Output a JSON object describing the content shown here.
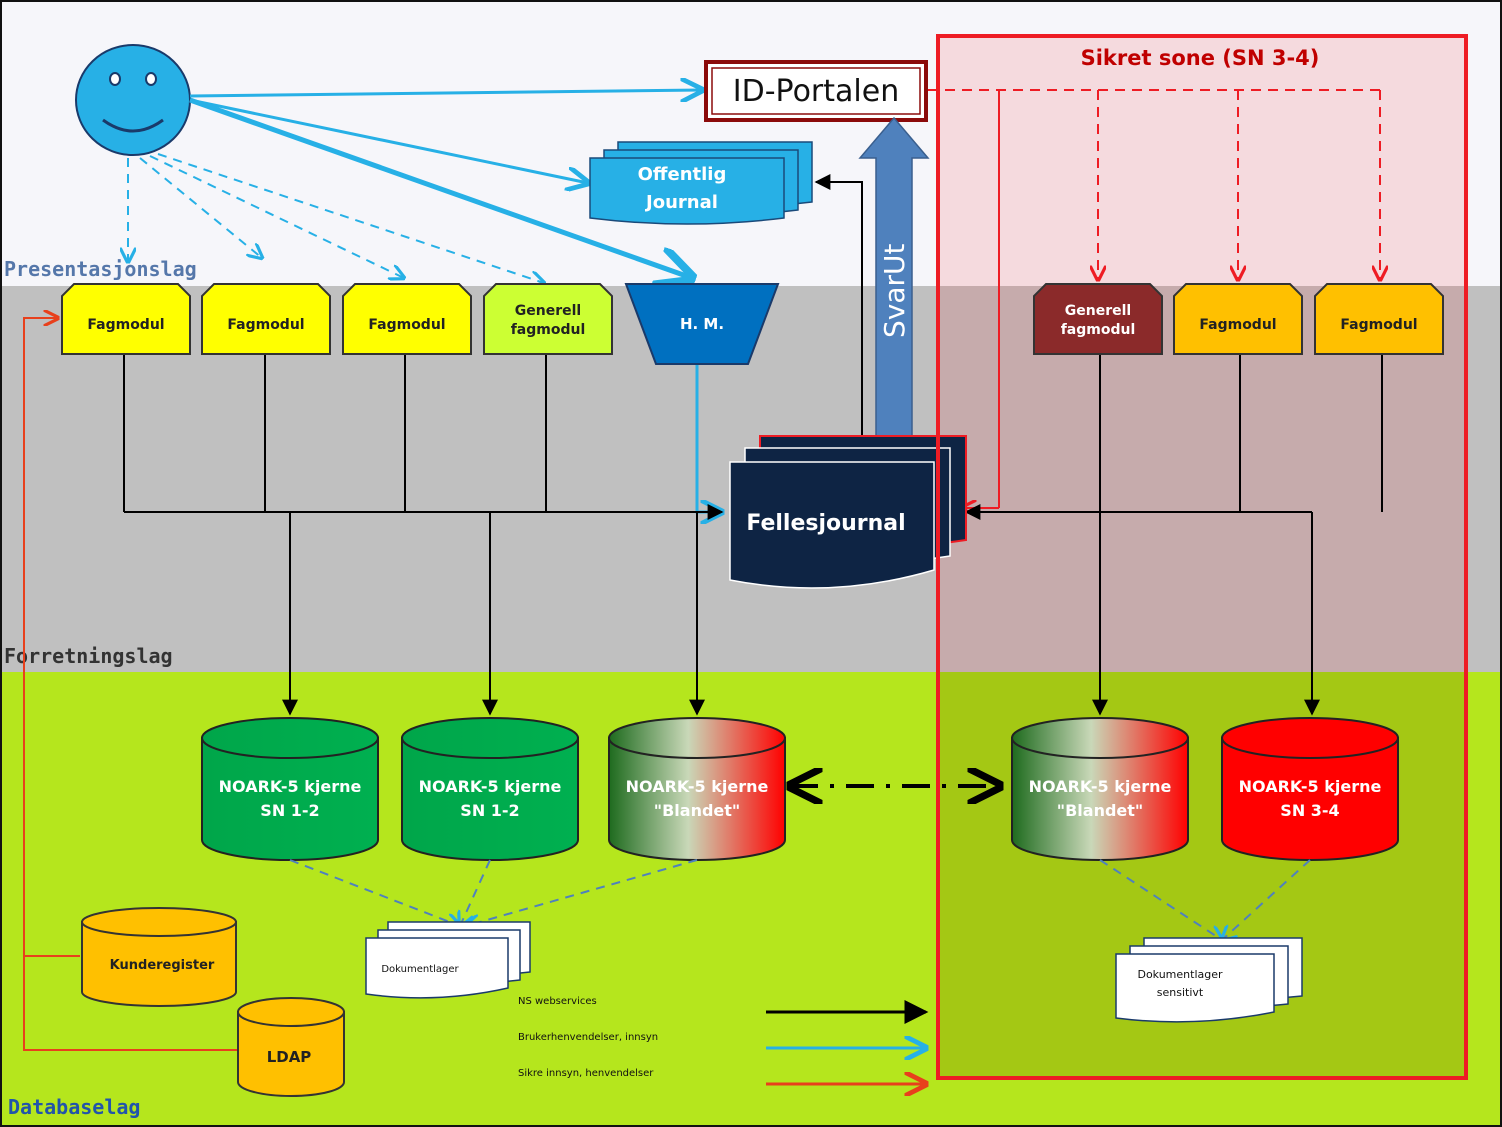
{
  "layers": {
    "presentation": "Presentasjonslag",
    "business": "Forretningslag",
    "database": "Databaselag"
  },
  "secure_zone": {
    "title": "Sikret sone (SN 3-4)"
  },
  "id_portal": "ID-Portalen",
  "public_journal": [
    "Offentlig",
    "Journal"
  ],
  "svarut": "SvarUt",
  "felles_journal": "Fellesjournal",
  "modules_left": [
    {
      "lines": [
        "Fagmodul"
      ]
    },
    {
      "lines": [
        "Fagmodul"
      ]
    },
    {
      "lines": [
        "Fagmodul"
      ]
    },
    {
      "lines": [
        "Generell",
        "fagmodul"
      ]
    }
  ],
  "hm": "H. M.",
  "modules_right": [
    {
      "lines": [
        "Generell",
        "fagmodul"
      ]
    },
    {
      "lines": [
        "Fagmodul"
      ]
    },
    {
      "lines": [
        "Fagmodul"
      ]
    }
  ],
  "databases": [
    {
      "lines": [
        "NOARK-5 kjerne",
        "SN 1-2"
      ]
    },
    {
      "lines": [
        "NOARK-5 kjerne",
        "SN 1-2"
      ]
    },
    {
      "lines": [
        "NOARK-5 kjerne",
        "\"Blandet\""
      ]
    },
    {
      "lines": [
        "NOARK-5 kjerne",
        "\"Blandet\""
      ]
    },
    {
      "lines": [
        "NOARK-5 kjerne",
        "SN 3-4"
      ]
    }
  ],
  "documents_left": "Dokumentlager",
  "documents_right": [
    "Dokumentlager",
    "sensitivt"
  ],
  "kunderegister": "Kunderegister",
  "ldap": "LDAP",
  "legend": [
    {
      "label": "NS webservices",
      "color": "#000000"
    },
    {
      "label": "Brukerhenvendelser, innsyn",
      "color": "#27b0e6"
    },
    {
      "label": "Sikre innsyn, henvendelser",
      "color": "#e8401c"
    }
  ],
  "colors": {
    "presentation_bg": "#f6f6fa",
    "business_bg": "#c0c0c0",
    "database_bg": "#b5e61d",
    "secure_border": "#ee1c24",
    "user_face": "#27b0e6"
  }
}
